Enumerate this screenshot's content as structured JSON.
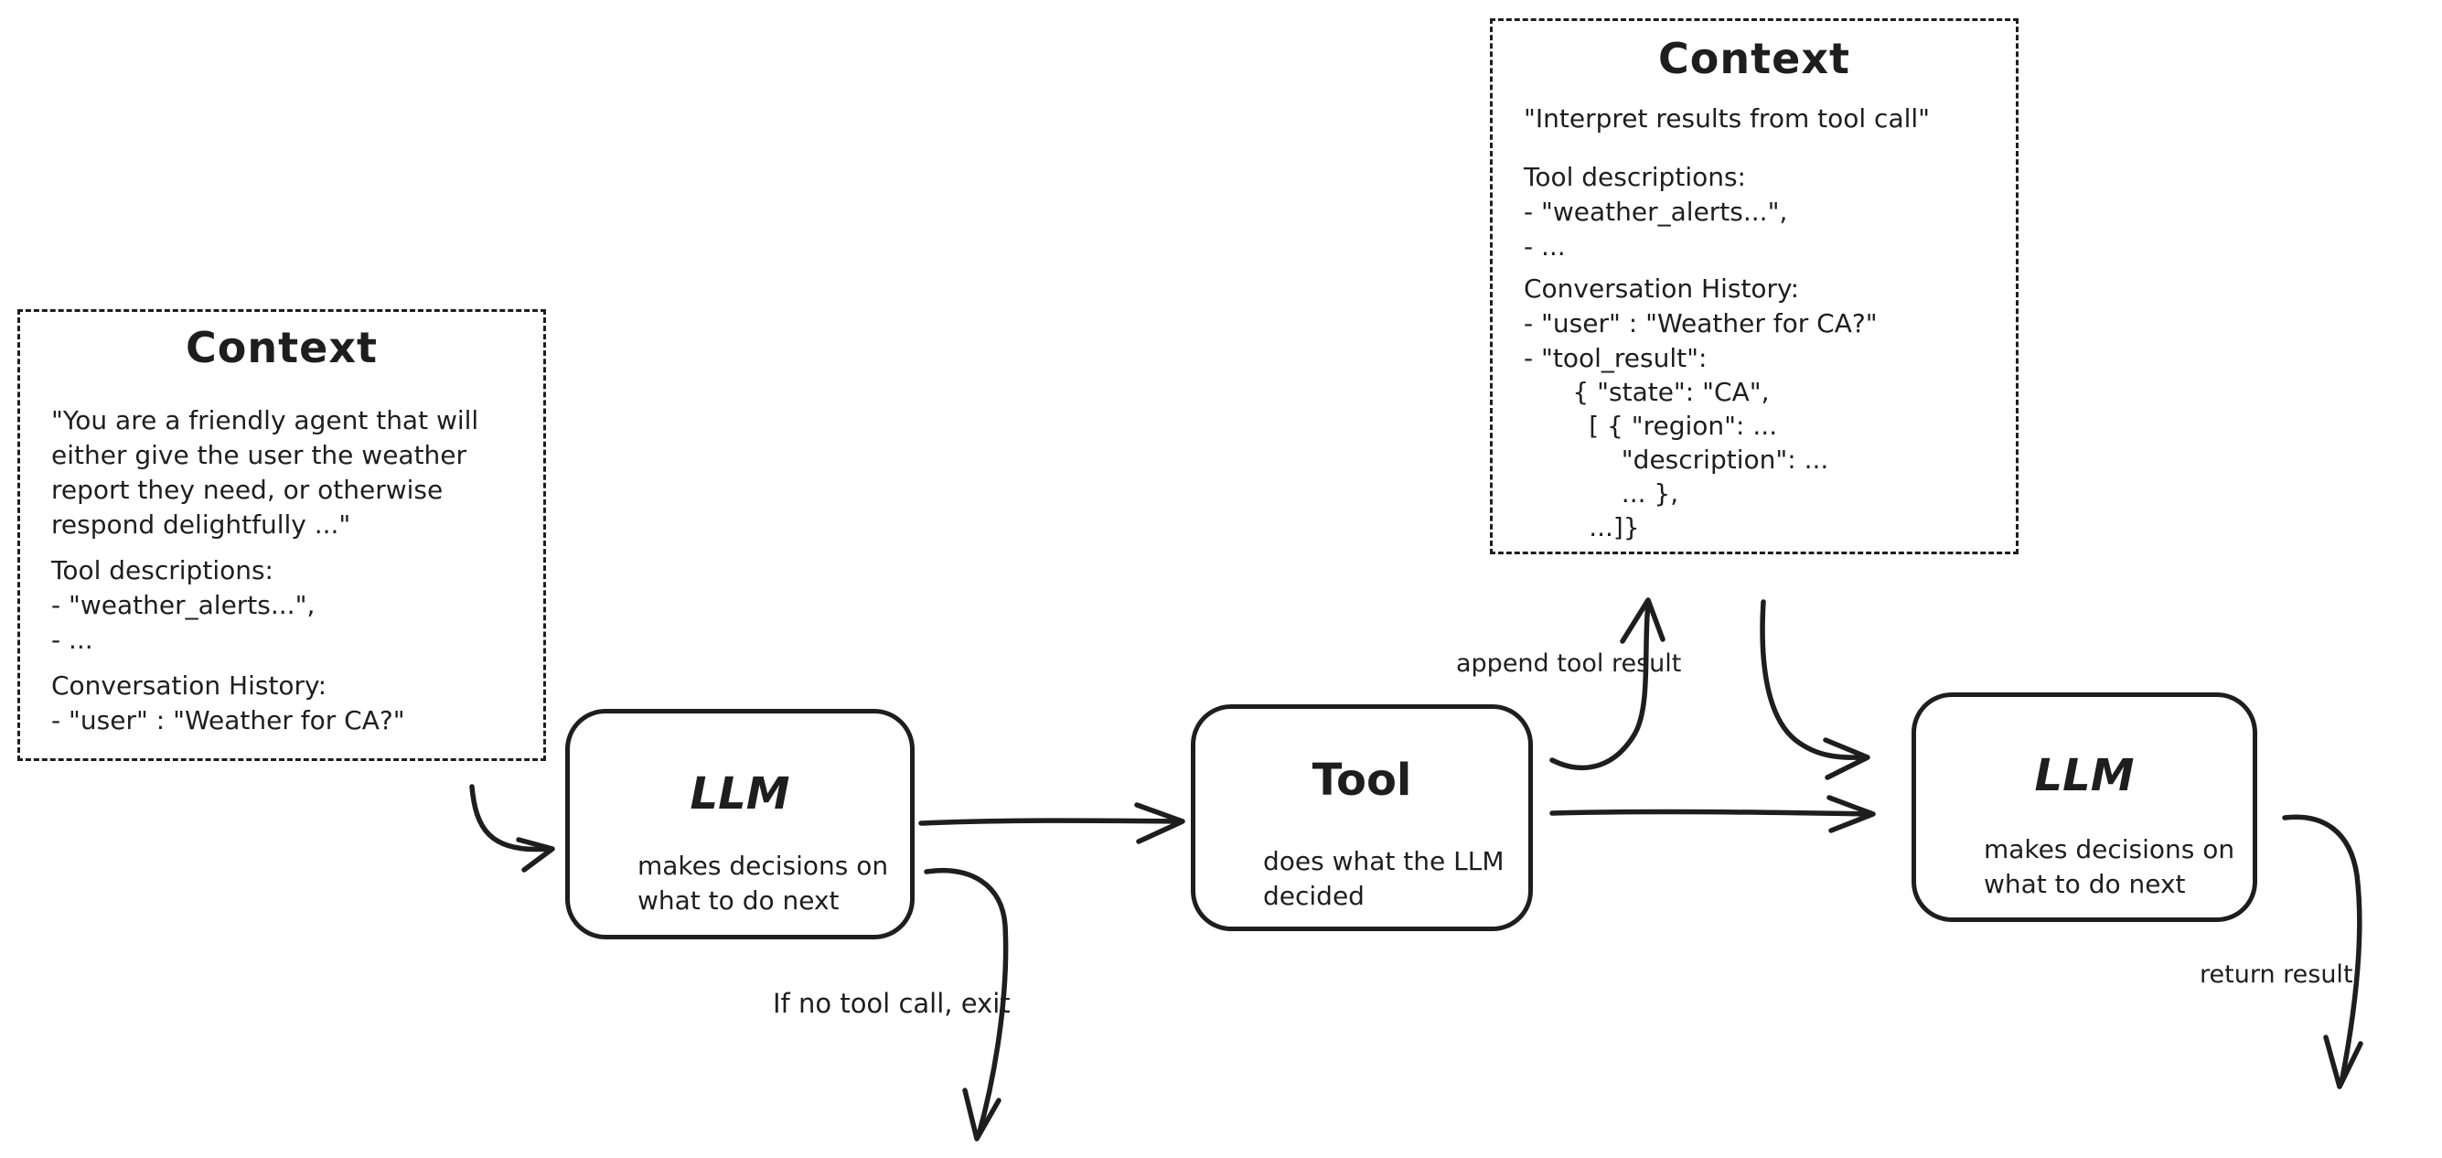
{
  "canvas": {
    "background": "#ffffff",
    "ink": "#1e1e1e"
  },
  "context_left": {
    "title": "Context",
    "paragraphs": [
      [
        "\"You are a friendly agent that will",
        "either give the user the weather",
        "report they need, or otherwise",
        "respond delightfully ...\""
      ],
      [
        "Tool descriptions:",
        "- \"weather_alerts...\",",
        "- ..."
      ],
      [
        "Conversation History:",
        "- \"user\" : \"Weather for CA?\""
      ]
    ]
  },
  "context_right": {
    "title": "Context",
    "paragraphs": [
      [
        "\"Interpret results from tool call\""
      ],
      [
        "Tool descriptions:",
        "- \"weather_alerts...\",",
        "- ..."
      ],
      [
        "Conversation History:",
        "- \"user\" : \"Weather for CA?\""
      ],
      [
        "- \"tool_result\":",
        "      { \"state\": \"CA\",",
        "        [ { \"region\": ...",
        "            \"description\": ...",
        "            ... },",
        "        ...]}"
      ]
    ]
  },
  "nodes": {
    "llm1": {
      "title": "LLM",
      "subtitle": [
        "makes decisions on",
        "what to do next"
      ]
    },
    "tool": {
      "title": "Tool",
      "subtitle": [
        "does what the LLM",
        "decided"
      ]
    },
    "llm2": {
      "title": "LLM",
      "subtitle": [
        "makes decisions on",
        "what to do next"
      ]
    }
  },
  "labels": {
    "append_tool_result": "append tool result",
    "if_no_tool_call_exit": "If no tool call, exit",
    "return_result": "return result"
  }
}
